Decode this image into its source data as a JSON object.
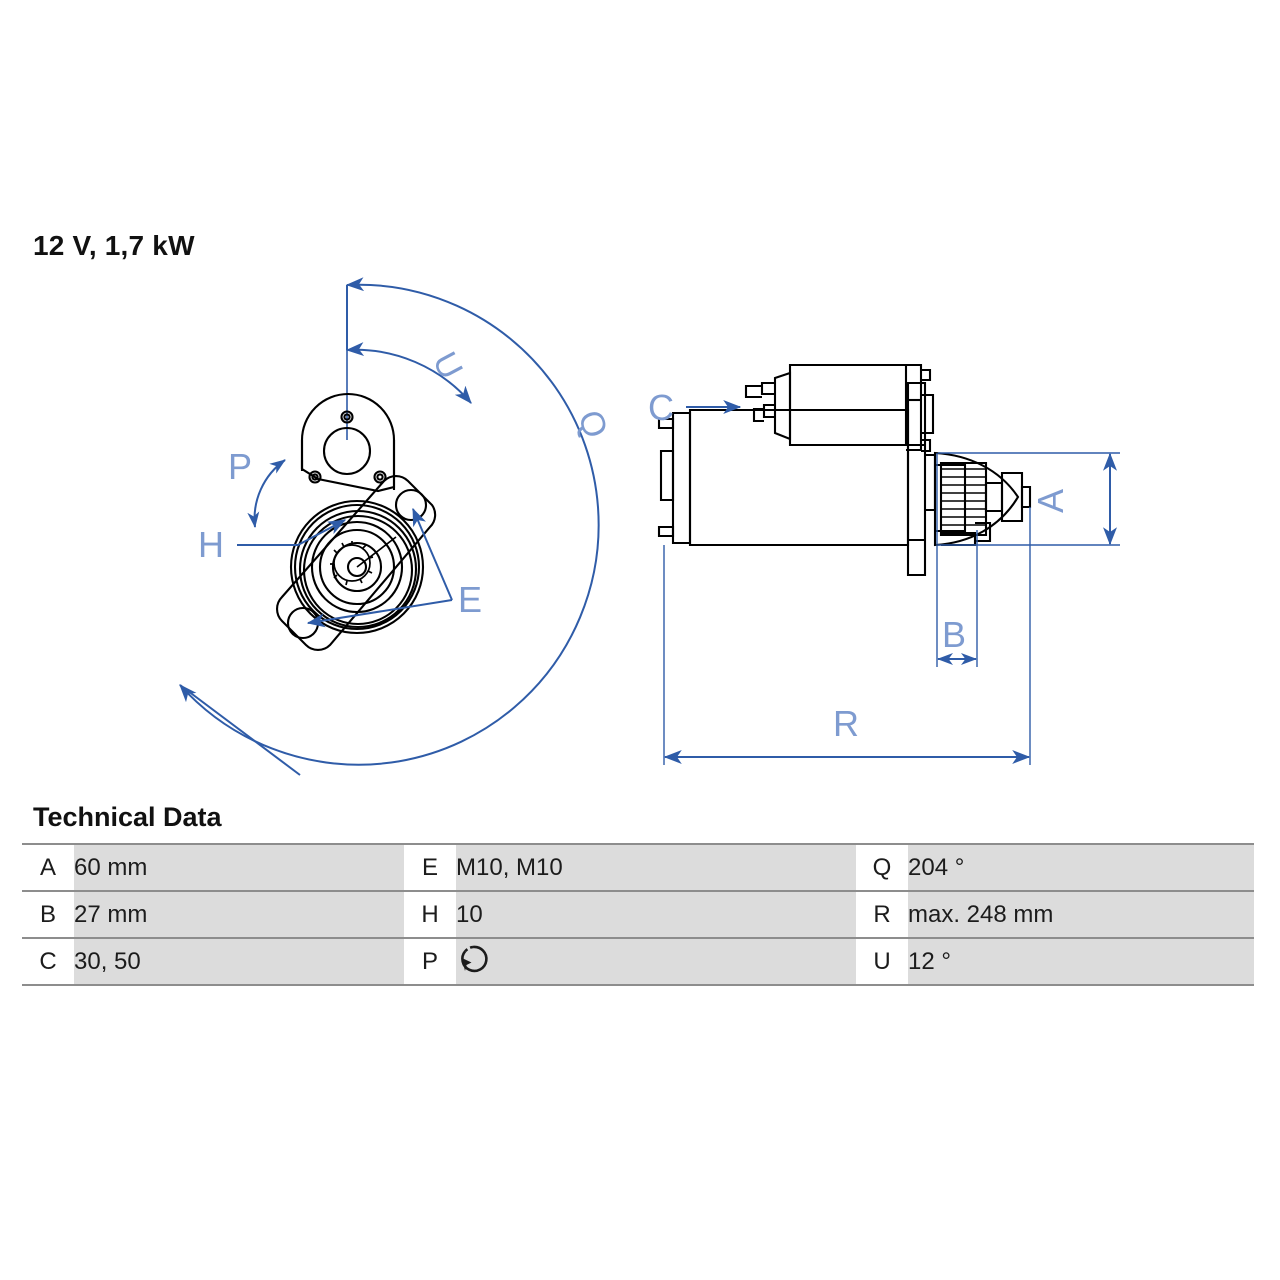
{
  "header": {
    "spec_label": "12 V, 1,7 kW"
  },
  "drawing": {
    "front_view": {
      "labels": [
        {
          "id": "U",
          "text": "U"
        },
        {
          "id": "Q",
          "text": "Q"
        },
        {
          "id": "P",
          "text": "P"
        },
        {
          "id": "H",
          "text": "H"
        },
        {
          "id": "E",
          "text": "E"
        }
      ]
    },
    "side_view": {
      "labels": [
        {
          "id": "C",
          "text": "C"
        },
        {
          "id": "A",
          "text": "A"
        },
        {
          "id": "B",
          "text": "B"
        },
        {
          "id": "R",
          "text": "R"
        }
      ]
    },
    "colors": {
      "dimension_line": "#2f5ca8",
      "dimension_label": "#7e9bd0",
      "outline": "#000000"
    }
  },
  "tech_data": {
    "heading": "Technical Data",
    "rows": [
      {
        "k1": "A",
        "v1": "60 mm",
        "k2": "E",
        "v2": "M10, M10",
        "k3": "Q",
        "v3": "204 °"
      },
      {
        "k1": "B",
        "v1": "27 mm",
        "k2": "H",
        "v2": "10",
        "k3": "R",
        "v3": "max. 248 mm"
      },
      {
        "k1": "C",
        "v1": "30, 50",
        "k2": "P",
        "v2": "",
        "k3": "U",
        "v3": "12 °"
      }
    ],
    "rotation_icon_name": "counterclockwise-rotation-icon"
  }
}
